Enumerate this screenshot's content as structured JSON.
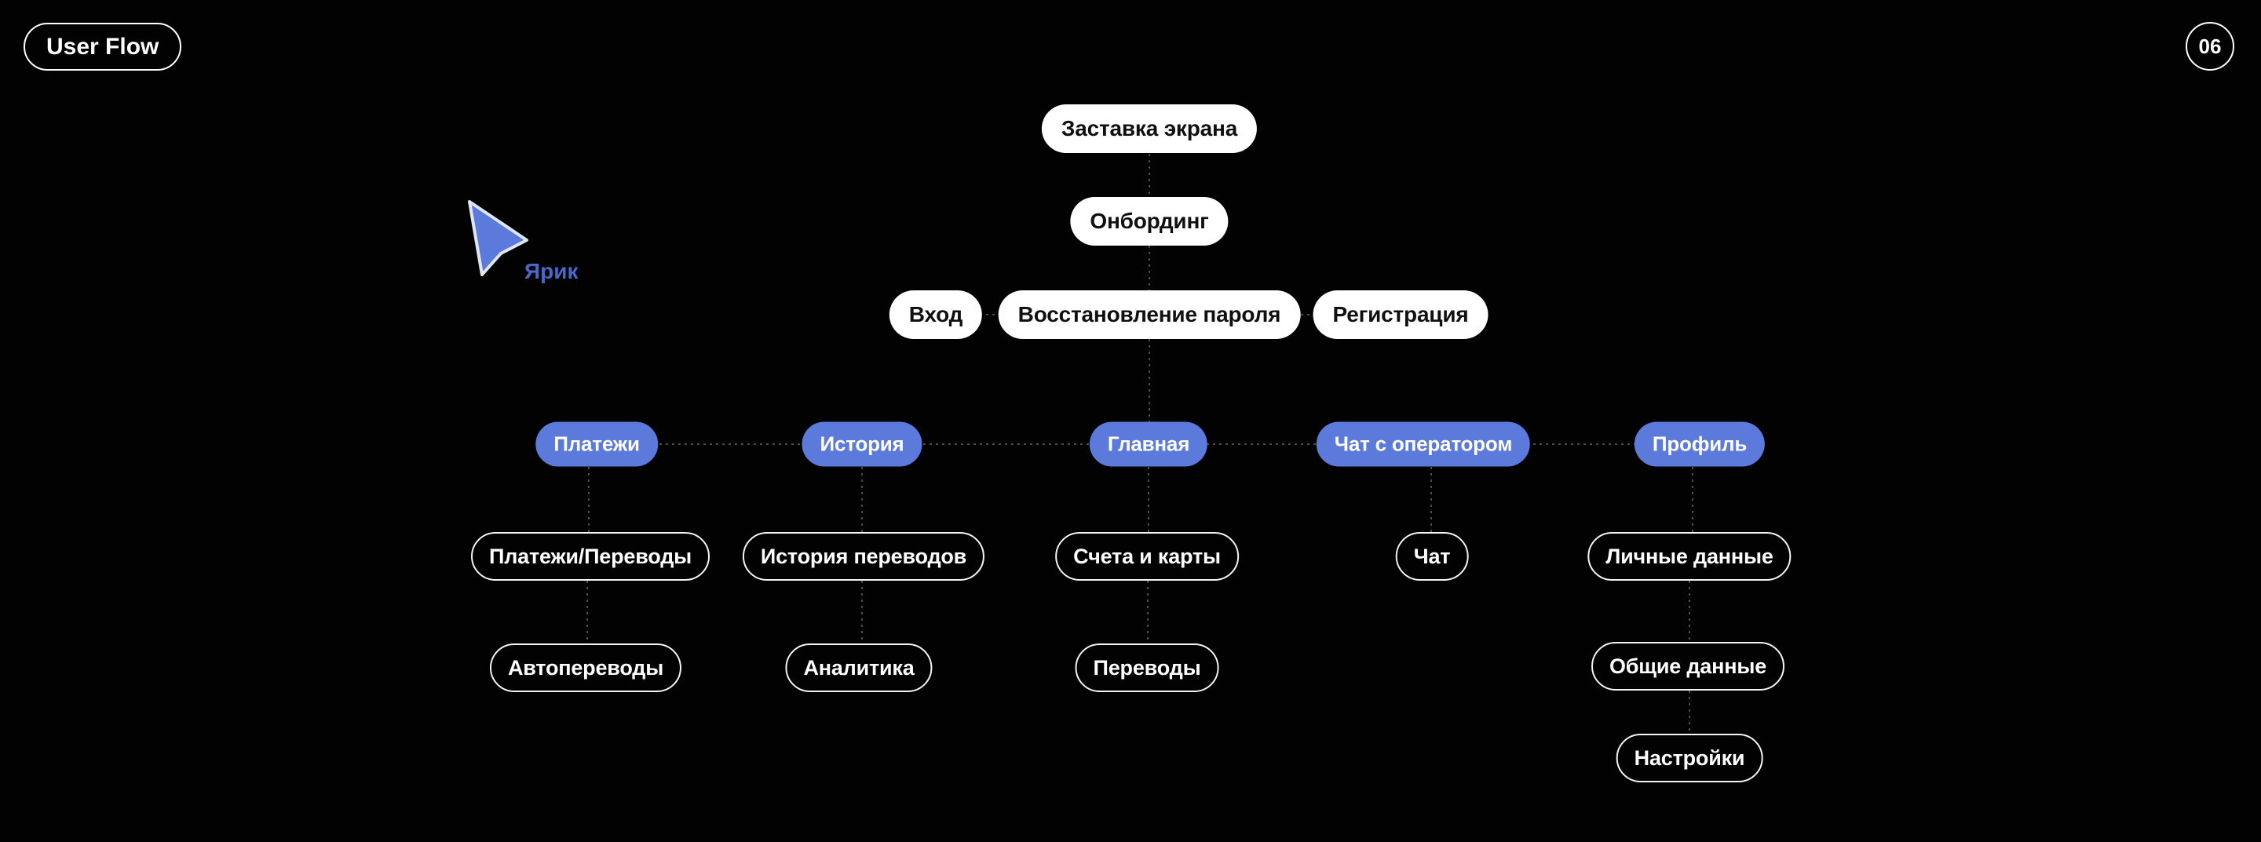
{
  "header": {
    "badge_label": "User Flow",
    "page_number": "06"
  },
  "cursor": {
    "user_name": "Ярик",
    "pointer_color": "#5b7adc",
    "label_color": "#4a68c8"
  },
  "colors": {
    "background": "#020202",
    "node_blue_fill": "#5b7adc",
    "node_white_fill": "#ffffff",
    "node_dark_text": "#101010",
    "node_light_text": "#ffffff",
    "outline_border": "#f4f4f4",
    "connector_dots": "#4d4d4d"
  },
  "nodes": [
    {
      "id": "splash-screen",
      "label": "Заставка экрана",
      "variant": "white"
    },
    {
      "id": "onboarding",
      "label": "Онбординг",
      "variant": "white"
    },
    {
      "id": "login",
      "label": "Вход",
      "variant": "white"
    },
    {
      "id": "password-recovery",
      "label": "Восстановление пароля",
      "variant": "white"
    },
    {
      "id": "registration",
      "label": "Регистрация",
      "variant": "white"
    },
    {
      "id": "payments",
      "label": "Платежи",
      "variant": "blue"
    },
    {
      "id": "history",
      "label": "История",
      "variant": "blue"
    },
    {
      "id": "main",
      "label": "Главная",
      "variant": "blue"
    },
    {
      "id": "operator-chat",
      "label": "Чат с оператором",
      "variant": "blue"
    },
    {
      "id": "profile",
      "label": "Профиль",
      "variant": "blue"
    },
    {
      "id": "payments-transfers",
      "label": "Платежи/Переводы",
      "variant": "outline"
    },
    {
      "id": "transfer-history",
      "label": "История переводов",
      "variant": "outline"
    },
    {
      "id": "accounts-cards",
      "label": "Счета и карты",
      "variant": "outline"
    },
    {
      "id": "chat",
      "label": "Чат",
      "variant": "outline"
    },
    {
      "id": "personal-data",
      "label": "Личные данные",
      "variant": "outline"
    },
    {
      "id": "auto-transfers",
      "label": "Автопереводы",
      "variant": "outline"
    },
    {
      "id": "analytics",
      "label": "Аналитика",
      "variant": "outline"
    },
    {
      "id": "transfers",
      "label": "Переводы",
      "variant": "outline"
    },
    {
      "id": "general-data",
      "label": "Общие данные",
      "variant": "outline"
    },
    {
      "id": "settings",
      "label": "Настройки",
      "variant": "outline"
    }
  ]
}
